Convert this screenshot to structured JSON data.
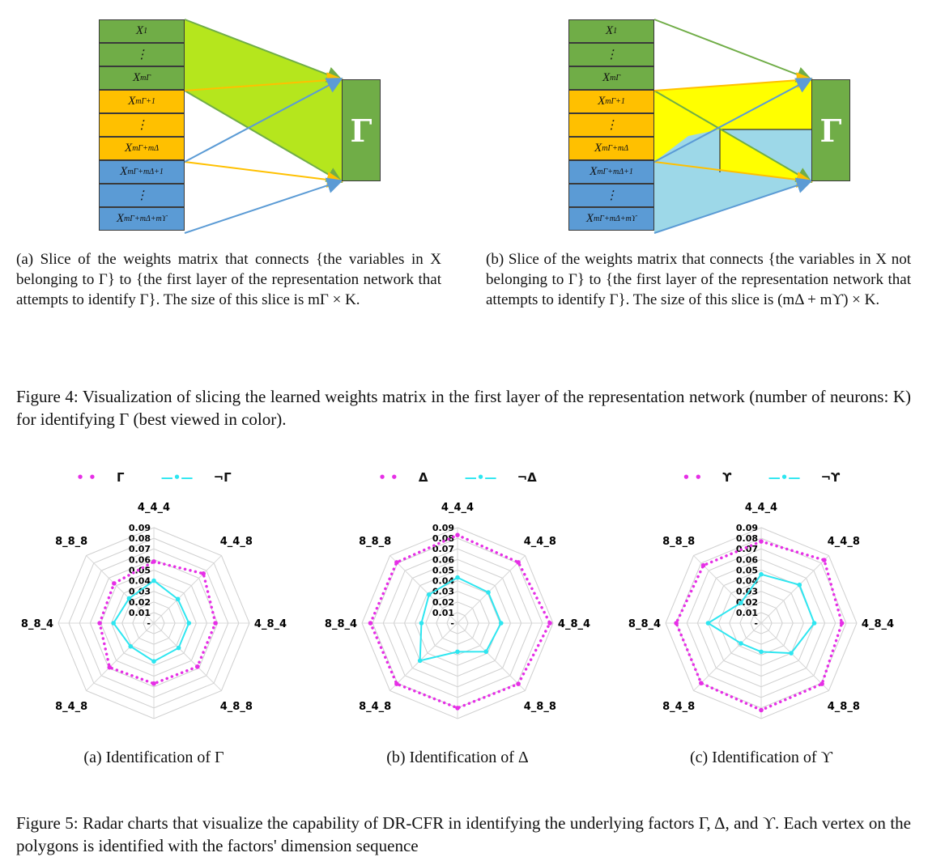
{
  "figure4": {
    "left_stack": [
      {
        "base": "X",
        "sub": "1",
        "color": "g"
      },
      {
        "base": "⋮",
        "sub": "",
        "color": "g"
      },
      {
        "base": "X",
        "sub": "mΓ",
        "color": "g"
      },
      {
        "base": "X",
        "sub": "mΓ+1",
        "color": "o"
      },
      {
        "base": "⋮",
        "sub": "",
        "color": "o"
      },
      {
        "base": "X",
        "sub": "mΓ+mΔ",
        "color": "o"
      },
      {
        "base": "X",
        "sub": "mΓ+mΔ+1",
        "color": "b"
      },
      {
        "base": "⋮",
        "sub": "",
        "color": "b"
      },
      {
        "base": "X",
        "sub": "mΓ+mΔ+mϒ",
        "color": "b"
      }
    ],
    "target_label": "Γ",
    "caption_a": "(a) Slice of the weights matrix that connects {the variables in X belonging to Γ} to {the first layer of the representation network that attempts to identify Γ}. The size of this slice is mΓ × K.",
    "caption_b": "(b) Slice of the weights matrix that connects {the variables in X not belonging to Γ} to {the first layer of the representation network that attempts to identify Γ}. The size of this slice is (mΔ + mϒ) × K.",
    "caption": "Figure 4: Visualization of slicing the learned weights matrix in the first layer of the representation network (number of neurons: K) for identifying Γ (best viewed in color)."
  },
  "figure5": {
    "caption": "Figure 5: Radar charts that visualize the capability of DR-CFR in identifying the underlying factors Γ, Δ, and ϒ. Each vertex on the polygons is identified with the factors' dimension sequence"
  },
  "chart_data": [
    {
      "type": "radar",
      "caption": "(a) Identification of Γ",
      "axes": [
        "4_4_4",
        "4_4_8",
        "4_8_4",
        "4_8_8",
        "8_4_4",
        "8_4_8",
        "8_8_4",
        "8_8_8"
      ],
      "tick_labels": [
        "-",
        "0.01",
        "0.02",
        "0.03",
        "0.04",
        "0.05",
        "0.06",
        "0.07",
        "0.08",
        "0.09"
      ],
      "range": [
        0,
        0.09
      ],
      "series": [
        {
          "name": "Γ",
          "style": "dotted",
          "color": "#e62fe6",
          "values": [
            0.058,
            0.066,
            0.058,
            0.058,
            0.057,
            0.059,
            0.051,
            0.053
          ]
        },
        {
          "name": "¬Γ",
          "style": "solid",
          "color": "#2ee6f0",
          "values": [
            0.04,
            0.032,
            0.033,
            0.033,
            0.036,
            0.031,
            0.038,
            0.033
          ]
        }
      ]
    },
    {
      "type": "radar",
      "caption": "(b) Identification of Δ",
      "axes": [
        "4_4_4",
        "4_4_8",
        "4_8_4",
        "4_8_8",
        "8_4_4",
        "8_4_8",
        "8_8_4",
        "8_8_8"
      ],
      "tick_labels": [
        "-",
        "0.01",
        "0.02",
        "0.03",
        "0.04",
        "0.05",
        "0.06",
        "0.07",
        "0.08",
        "0.09"
      ],
      "range": [
        0,
        0.09
      ],
      "series": [
        {
          "name": "Δ",
          "style": "dotted",
          "color": "#e62fe6",
          "values": [
            0.083,
            0.081,
            0.087,
            0.081,
            0.08,
            0.081,
            0.082,
            0.081
          ]
        },
        {
          "name": "¬Δ",
          "style": "solid",
          "color": "#2ee6f0",
          "values": [
            0.043,
            0.041,
            0.041,
            0.038,
            0.027,
            0.05,
            0.034,
            0.038
          ]
        }
      ]
    },
    {
      "type": "radar",
      "caption": "(c) Identification of ϒ",
      "axes": [
        "4_4_4",
        "4_4_8",
        "4_8_4",
        "4_8_8",
        "8_4_4",
        "8_4_8",
        "8_8_4",
        "8_8_8"
      ],
      "tick_labels": [
        "-",
        "0.01",
        "0.02",
        "0.03",
        "0.04",
        "0.05",
        "0.06",
        "0.07",
        "0.08",
        "0.09"
      ],
      "range": [
        0,
        0.09
      ],
      "series": [
        {
          "name": "ϒ",
          "style": "dotted",
          "color": "#e62fe6",
          "values": [
            0.077,
            0.084,
            0.076,
            0.081,
            0.082,
            0.08,
            0.08,
            0.077
          ]
        },
        {
          "name": "¬ϒ",
          "style": "solid",
          "color": "#2ee6f0",
          "values": [
            0.046,
            0.051,
            0.05,
            0.04,
            0.027,
            0.027,
            0.05,
            0.027
          ]
        }
      ]
    }
  ]
}
